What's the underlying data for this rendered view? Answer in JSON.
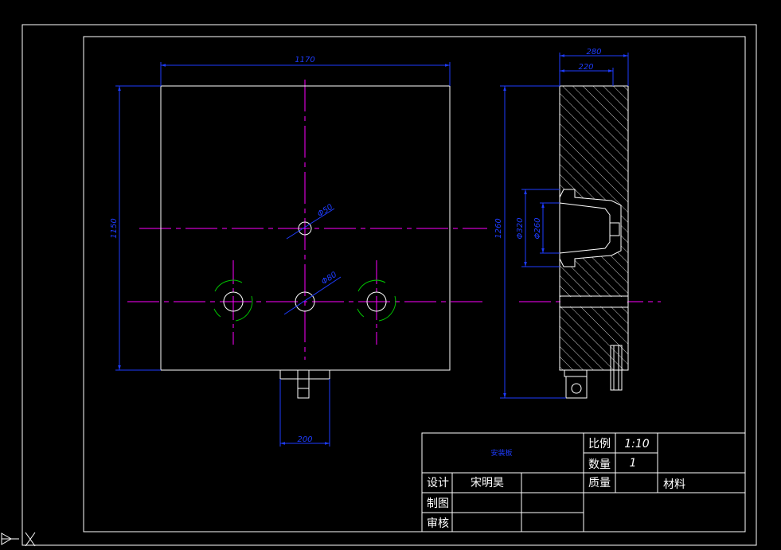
{
  "dimensions": {
    "front_width": "1170",
    "front_height": "1150",
    "hole_top": "Φ50",
    "hole_center": "Φ80",
    "bottom_width": "200",
    "side_total_width": "280",
    "side_inner_width": "220",
    "side_height": "1260",
    "groove_outer": "Φ320",
    "groove_inner": "Φ260"
  },
  "title_block": {
    "part_name": "安装板",
    "scale_label": "比例",
    "scale_value": "1:10",
    "quantity_label": "数量",
    "quantity_value": "1",
    "design_label": "设计",
    "designer": "宋明昊",
    "mass_label": "质量",
    "material_label": "材料",
    "drawn_label": "制图",
    "review_label": "审核"
  },
  "colors": {
    "outline": "#ffffff",
    "dimension": "#1e3cff",
    "centerline": "#ff00ff",
    "arc": "#00c000"
  }
}
